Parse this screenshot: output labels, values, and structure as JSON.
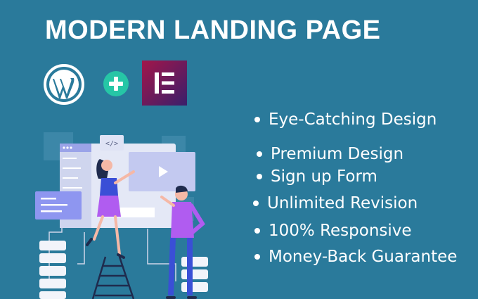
{
  "header": {
    "title": "MODERN LANDING PAGE"
  },
  "logos": {
    "left": "wordpress-icon",
    "middle": "plus-icon",
    "right": "elementor-icon",
    "colors": {
      "wordpress": "#ffffff",
      "plus_circle": "#26c6a6",
      "elementor_start": "#9b1446",
      "elementor_end": "#3a1f6b"
    }
  },
  "features": [
    "Eye-Catching Design",
    "Premium Design",
    "Sign up Form",
    "Unlimited Revision",
    "100% Responsive",
    "Money-Back Guarantee"
  ],
  "illustration": {
    "code_tag": "</>",
    "icon": "play-icon"
  },
  "colors": {
    "background": "#2a7a9b",
    "accent_purple": "#b05cf0",
    "panel_light": "#dfe3f5"
  }
}
